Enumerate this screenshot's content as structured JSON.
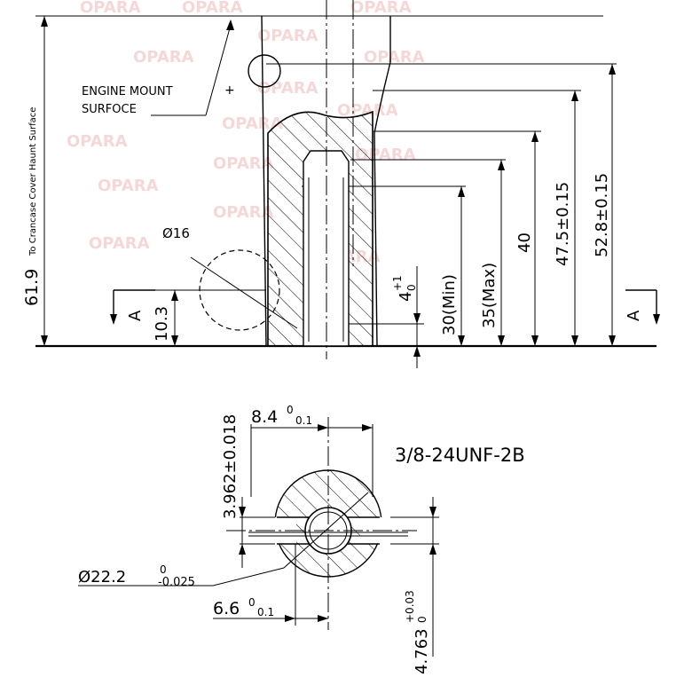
{
  "labels": {
    "engine_mount_line1": "ENGINE MOUNT",
    "engine_mount_line2": "SURFOCE",
    "dim_overall": "61.9",
    "dim_overall_note": "To Crancase Cover Haunt Surface",
    "dim_10_3": "10.3",
    "dia_16": "Ø16",
    "dim_4_main": "4",
    "dim_4_tol_up": "+1",
    "dim_4_tol_low": "0",
    "dim_30": "30(Min)",
    "dim_35": "35(Max)",
    "dim_40": "40",
    "dim_47_5": "47.5±0.15",
    "dim_52_8": "52.8±0.15",
    "section_a_left": "A",
    "section_a_right": "A",
    "dim_3_962": "3.962±0.018",
    "dim_8_4_main": "8.4",
    "dim_8_4_tol_up": "0",
    "dim_8_4_tol_low": "0.1",
    "thread_spec": "3/8-24UNF-2B",
    "dia_22_2_main": "Ø22.2",
    "dia_22_2_tol_up": "0",
    "dia_22_2_tol_low": "-0.025",
    "dim_6_6_main": "6.6",
    "dim_6_6_tol_up": "0",
    "dim_6_6_tol_low": "0.1",
    "dim_4_763_main": "4.763",
    "dim_4_763_tol_up": "+0.03",
    "dim_4_763_tol_low": "0"
  },
  "watermark_text": "OPARA"
}
